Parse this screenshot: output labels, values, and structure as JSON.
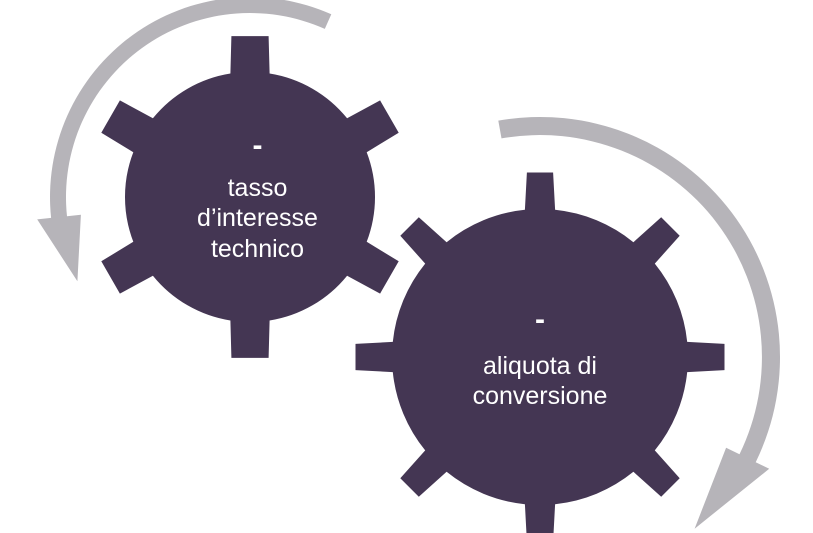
{
  "colors": {
    "gear_fill": "#443653",
    "arrow_fill": "#b6b4b9",
    "text": "#ffffff"
  },
  "gears": [
    {
      "bullet": "-",
      "line1": "tasso",
      "line2": "d’interesse",
      "line3": "technico"
    },
    {
      "bullet": "-",
      "line1": "aliquota di",
      "line2": "conversione"
    }
  ],
  "icons": [
    "circular-arrow-counterclockwise-icon",
    "circular-arrow-clockwise-icon"
  ]
}
